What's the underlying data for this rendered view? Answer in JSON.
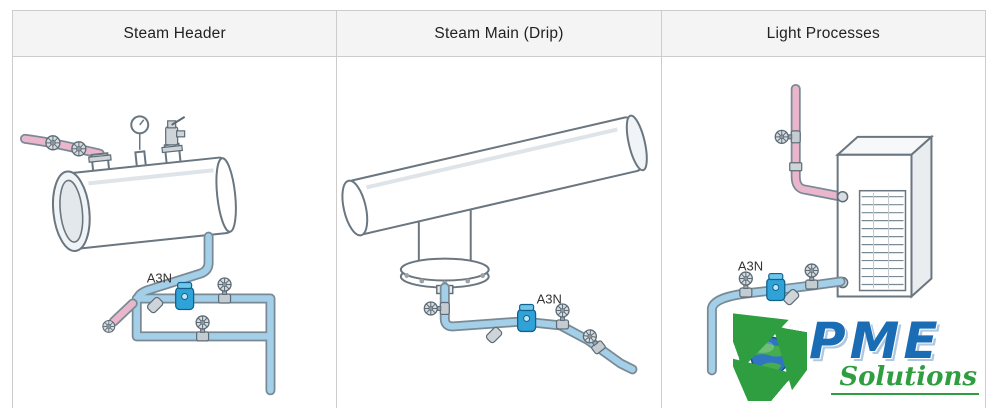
{
  "cells": [
    {
      "header": "Steam Header",
      "trap_label": "A3N"
    },
    {
      "header": "Steam Main (Drip)",
      "trap_label": "A3N"
    },
    {
      "header": "Light Processes",
      "trap_label": "A3N"
    }
  ],
  "watermark": {
    "name": "PME",
    "tagline": "Solutions"
  },
  "colors": {
    "header_bg": "#f4f4f4",
    "pipe_pink": "#eab6cc",
    "pipe_blue": "#a3cfe8",
    "pipe_outline": "#7a8a94",
    "trap_blue": "#2fa3d8",
    "logo_blue": "#1a6cb4",
    "logo_green": "#2f9e41"
  }
}
